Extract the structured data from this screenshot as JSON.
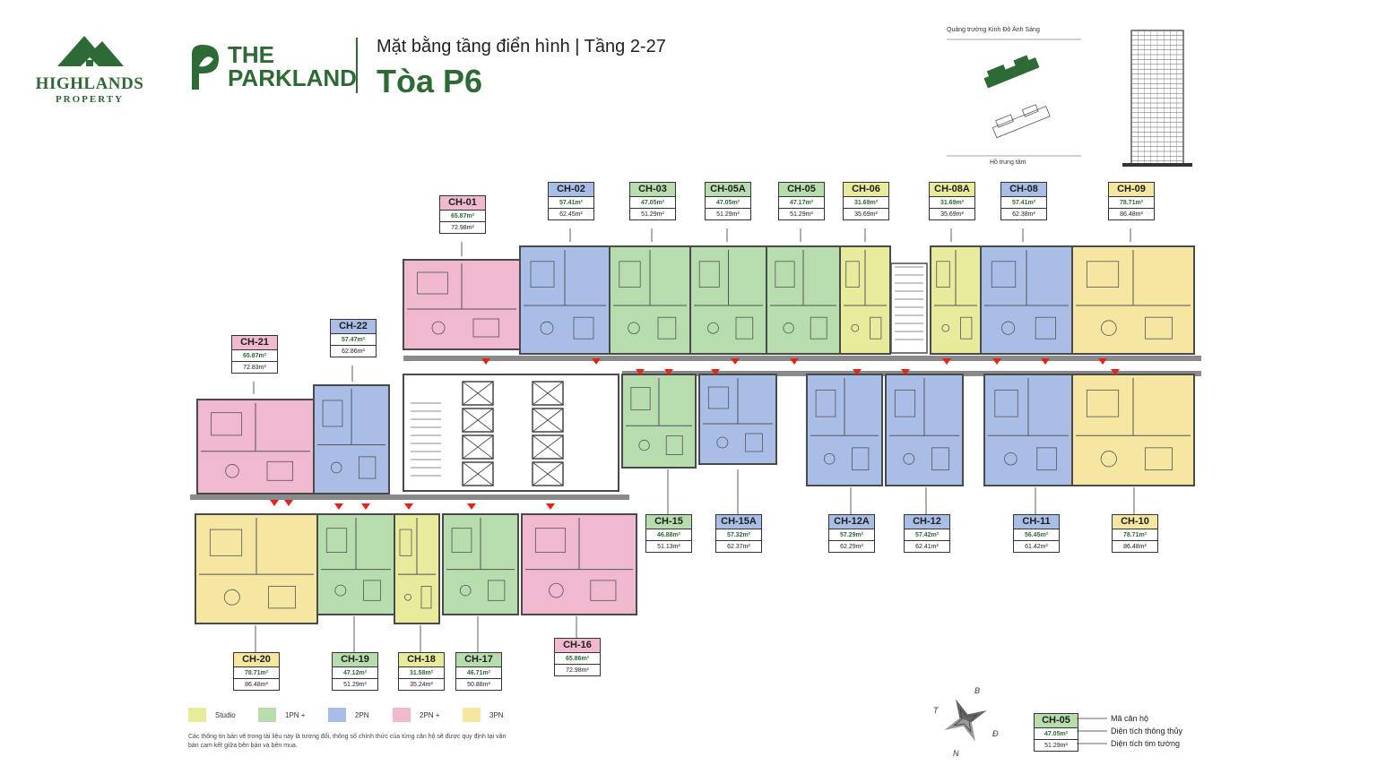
{
  "brand": {
    "developer_name": "HIGHLANDS",
    "developer_sub": "PROPERTY",
    "project_line1": "THE",
    "project_line2": "PARKLAND"
  },
  "header": {
    "subtitle": "Mặt bằng tầng điển hình | Tầng 2-27",
    "title": "Tòa P6"
  },
  "site_plan": {
    "top_label": "Quảng trường Kinh Đô Ánh Sáng",
    "bottom_label": "Hồ trung tâm"
  },
  "colors": {
    "studio": "#e9eb9c",
    "one_bed": "#b7dcae",
    "two_bed": "#a9bee6",
    "two_bed_plus": "#f0b9cf",
    "three_bed": "#f5e6a1",
    "brand_green": "#2d6a35"
  },
  "units": [
    {
      "code": "CH-01",
      "area_net": "65.87m²",
      "area_gross": "72.98m²",
      "type": "two_bed_plus"
    },
    {
      "code": "CH-02",
      "area_net": "57.41m²",
      "area_gross": "62.45m²",
      "type": "two_bed"
    },
    {
      "code": "CH-03",
      "area_net": "47.05m²",
      "area_gross": "51.29m²",
      "type": "one_bed"
    },
    {
      "code": "CH-05A",
      "area_net": "47.05m²",
      "area_gross": "51.29m²",
      "type": "one_bed"
    },
    {
      "code": "CH-05",
      "area_net": "47.17m²",
      "area_gross": "51.29m²",
      "type": "one_bed"
    },
    {
      "code": "CH-06",
      "area_net": "31.69m²",
      "area_gross": "35.69m²",
      "type": "studio"
    },
    {
      "code": "CH-08A",
      "area_net": "31.69m²",
      "area_gross": "35.69m²",
      "type": "studio"
    },
    {
      "code": "CH-08",
      "area_net": "57.41m²",
      "area_gross": "62.38m²",
      "type": "two_bed"
    },
    {
      "code": "CH-09",
      "area_net": "78.71m²",
      "area_gross": "86.48m²",
      "type": "three_bed"
    },
    {
      "code": "CH-21",
      "area_net": "65.87m²",
      "area_gross": "72.83m²",
      "type": "two_bed_plus"
    },
    {
      "code": "CH-22",
      "area_net": "57.47m²",
      "area_gross": "62.86m²",
      "type": "two_bed"
    },
    {
      "code": "CH-15",
      "area_net": "46.88m²",
      "area_gross": "51.13m²",
      "type": "one_bed"
    },
    {
      "code": "CH-15A",
      "area_net": "57.32m²",
      "area_gross": "62.37m²",
      "type": "two_bed"
    },
    {
      "code": "CH-12A",
      "area_net": "57.29m²",
      "area_gross": "62.29m²",
      "type": "two_bed"
    },
    {
      "code": "CH-12",
      "area_net": "57.42m²",
      "area_gross": "62.41m²",
      "type": "two_bed"
    },
    {
      "code": "CH-11",
      "area_net": "56.45m²",
      "area_gross": "61.42m²",
      "type": "two_bed"
    },
    {
      "code": "CH-10",
      "area_net": "78.71m²",
      "area_gross": "86.48m²",
      "type": "three_bed"
    },
    {
      "code": "CH-20",
      "area_net": "78.71m²",
      "area_gross": "86.48m²",
      "type": "three_bed"
    },
    {
      "code": "CH-19",
      "area_net": "47.12m²",
      "area_gross": "51.29m²",
      "type": "one_bed"
    },
    {
      "code": "CH-18",
      "area_net": "31.58m²",
      "area_gross": "35.24m²",
      "type": "studio"
    },
    {
      "code": "CH-17",
      "area_net": "46.71m²",
      "area_gross": "50.88m²",
      "type": "one_bed"
    },
    {
      "code": "CH-16",
      "area_net": "65.86m²",
      "area_gross": "72.98m²",
      "type": "two_bed_plus"
    }
  ],
  "legend": [
    {
      "label": "Studio",
      "type": "studio"
    },
    {
      "label": "1PN +",
      "type": "one_bed"
    },
    {
      "label": "2PN",
      "type": "two_bed"
    },
    {
      "label": "2PN +",
      "type": "two_bed_plus"
    },
    {
      "label": "3PN",
      "type": "three_bed"
    }
  ],
  "disclaimer": "Các thông tin bản vẽ trong tài liệu này là tương đối, thông số chính thức của từng căn hộ sẽ được quy định tại văn bản cam kết giữa bên bán và bên mua.",
  "compass": {
    "north": "N",
    "east": "Đ",
    "south": "B",
    "west": "T"
  },
  "key": {
    "code": "CH-05",
    "area_net": "47.05m²",
    "area_gross": "51.29m²",
    "code_label": "Mã căn hộ",
    "net_label": "Diện tích thông thủy",
    "gross_label": "Diện tích tim tường"
  }
}
